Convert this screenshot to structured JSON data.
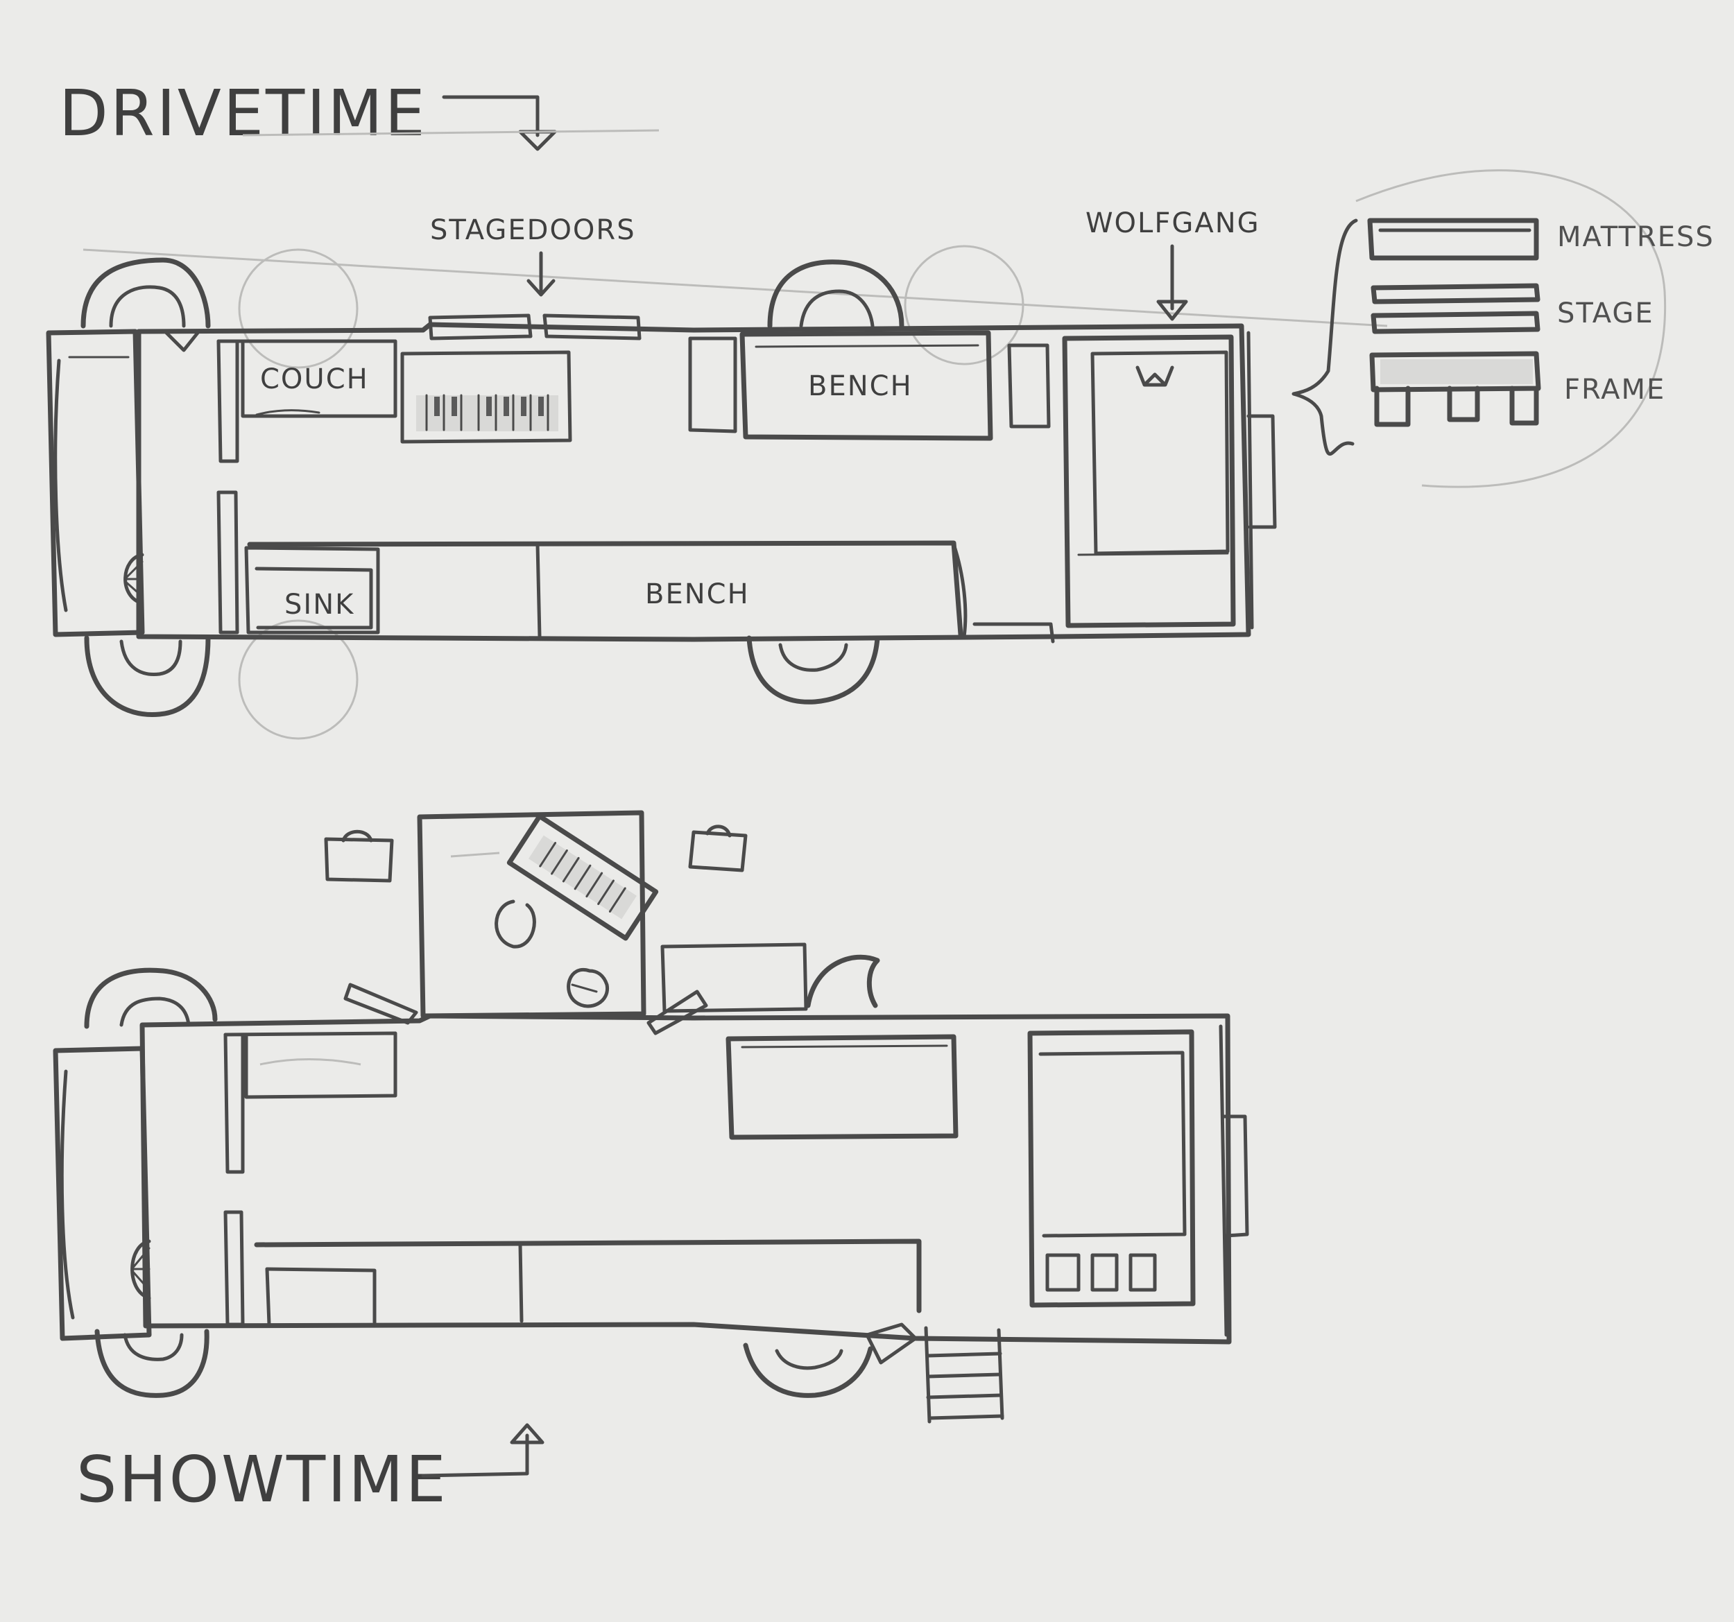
{
  "drivetime": {
    "title": "DRIVETIME",
    "labels": {
      "stagedoors": "STAGEDOORS",
      "wolfgang": "WOLFGANG",
      "couch": "COUCH",
      "bench_top": "BENCH",
      "sink": "SINK",
      "bench_bottom": "BENCH"
    }
  },
  "legend": {
    "mattress": "MATTRESS",
    "stage": "STAGE",
    "frame": "FRAME"
  },
  "showtime": {
    "title": "SHOWTIME"
  }
}
